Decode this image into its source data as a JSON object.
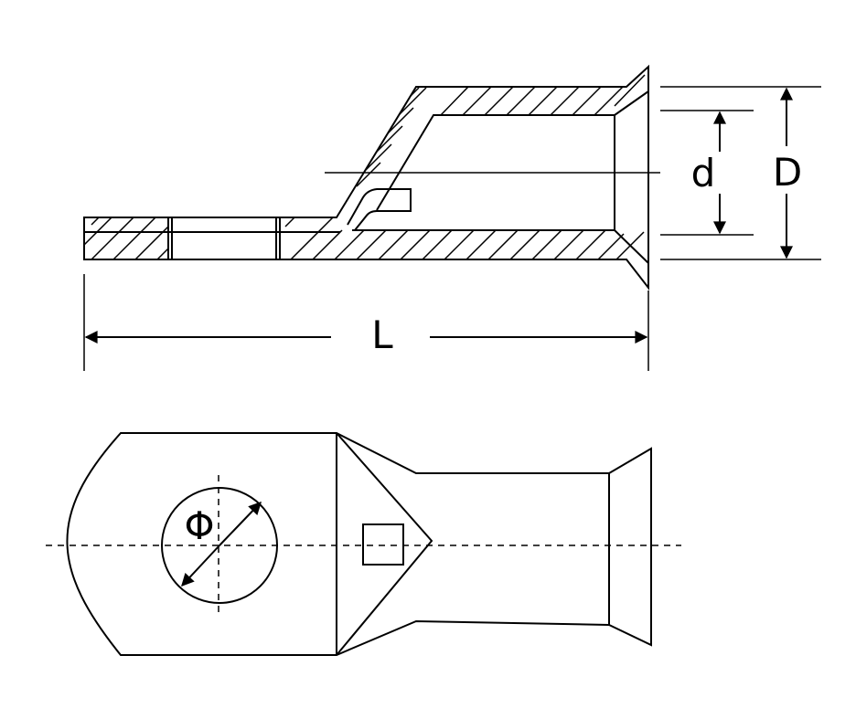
{
  "labels": {
    "outer_diameter": "D",
    "inner_diameter": "d",
    "length": "L",
    "hole_diameter": "Φ"
  }
}
